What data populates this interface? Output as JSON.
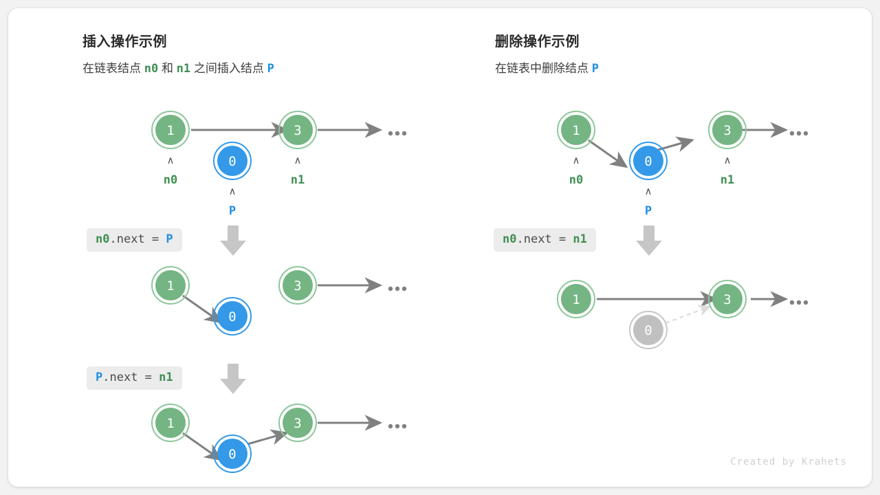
{
  "colors": {
    "green_fill": "#74b583",
    "green_ring": "#8cc79a",
    "blue_fill": "#3399e8",
    "blue_ring": "#3399e8",
    "gray_fill": "#c0c0c0",
    "gray_ring": "#c7c7c7",
    "arrow": "#808080",
    "dashed": "#dcdcdc",
    "badge_bg": "#ececec",
    "label_green": "#3f8f52",
    "label_blue": "#1f8fe0",
    "card_bg": "#ffffff",
    "page_bg": "#f2f2f2"
  },
  "left_panel": {
    "title": "插入操作示例",
    "subtitle_parts": [
      {
        "text": "在链表结点 ",
        "style": "plain"
      },
      {
        "text": "n0",
        "style": "green-mono"
      },
      {
        "text": " 和 ",
        "style": "plain"
      },
      {
        "text": "n1",
        "style": "green-mono"
      },
      {
        "text": " 之间插入结点 ",
        "style": "plain"
      },
      {
        "text": "P",
        "style": "blue-mono"
      }
    ],
    "step1": {
      "nodes": [
        {
          "value": "1",
          "color": "green",
          "pointer": "n0",
          "pointer_color": "green"
        },
        {
          "value": "0",
          "color": "blue",
          "pointer": "P",
          "pointer_color": "blue"
        },
        {
          "value": "3",
          "color": "green",
          "pointer": "n1",
          "pointer_color": "green"
        }
      ],
      "ellipsis": "•••"
    },
    "code1": {
      "parts": [
        {
          "text": "n0",
          "style": "green"
        },
        {
          "text": ".next = ",
          "style": "plain"
        },
        {
          "text": "P",
          "style": "blue"
        }
      ]
    },
    "step2": {
      "nodes": [
        {
          "value": "1",
          "color": "green"
        },
        {
          "value": "0",
          "color": "blue"
        },
        {
          "value": "3",
          "color": "green"
        }
      ]
    },
    "code2": {
      "parts": [
        {
          "text": "P",
          "style": "blue"
        },
        {
          "text": ".next = ",
          "style": "plain"
        },
        {
          "text": "n1",
          "style": "green"
        }
      ]
    },
    "step3": {
      "nodes": [
        {
          "value": "1",
          "color": "green"
        },
        {
          "value": "0",
          "color": "blue"
        },
        {
          "value": "3",
          "color": "green"
        }
      ]
    }
  },
  "right_panel": {
    "title": "删除操作示例",
    "subtitle_parts": [
      {
        "text": "在链表中删除结点 ",
        "style": "plain"
      },
      {
        "text": "P",
        "style": "blue-mono"
      }
    ],
    "step1": {
      "nodes": [
        {
          "value": "1",
          "color": "green",
          "pointer": "n0",
          "pointer_color": "green"
        },
        {
          "value": "0",
          "color": "blue",
          "pointer": "P",
          "pointer_color": "blue"
        },
        {
          "value": "3",
          "color": "green",
          "pointer": "n1",
          "pointer_color": "green"
        }
      ],
      "ellipsis": "•••"
    },
    "code1": {
      "parts": [
        {
          "text": "n0",
          "style": "green"
        },
        {
          "text": ".next = ",
          "style": "plain"
        },
        {
          "text": "n1",
          "style": "green"
        }
      ]
    },
    "step2": {
      "nodes": [
        {
          "value": "1",
          "color": "green"
        },
        {
          "value": "0",
          "color": "gray"
        },
        {
          "value": "3",
          "color": "green"
        }
      ]
    }
  },
  "watermark": "Created by Krahets"
}
